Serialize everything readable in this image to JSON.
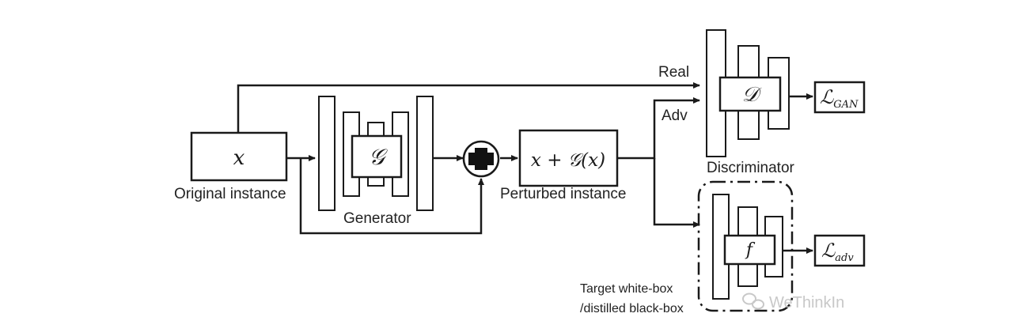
{
  "nodes": {
    "original": {
      "symbol": "x",
      "caption": "Original instance"
    },
    "generator": {
      "symbol": "𝒢",
      "caption": "Generator"
    },
    "perturbed": {
      "symbol": "x + 𝒢(x)",
      "caption": "Perturbed instance"
    },
    "discriminator": {
      "symbol": "𝒟",
      "caption": "Discriminator"
    },
    "target": {
      "symbol": "f",
      "caption_line1": "Target white-box",
      "caption_line2": "/distilled black-box"
    },
    "loss_gan": {
      "symbol": "ℒ",
      "subscript": "GAN"
    },
    "loss_adv": {
      "symbol": "ℒ",
      "subscript": "adv"
    }
  },
  "edges": {
    "real_label": "Real",
    "adv_label": "Adv"
  },
  "watermark": "WeThinkIn",
  "colors": {
    "stroke": "#1a1a1a",
    "text": "#222222",
    "watermark": "#c8c8c8"
  }
}
